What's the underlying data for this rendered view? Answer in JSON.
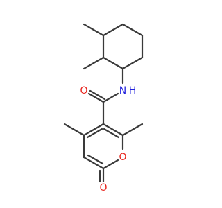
{
  "atom_labels": {
    "amide_oxygen": "O",
    "amide_nitrogen": "N",
    "amide_hydrogen": "H",
    "ring_oxygen": "O",
    "lactone_oxygen": "O"
  },
  "colors": {
    "bond": "#3a3a3a",
    "oxygen": "#e8231c",
    "nitrogen": "#2222dd"
  }
}
